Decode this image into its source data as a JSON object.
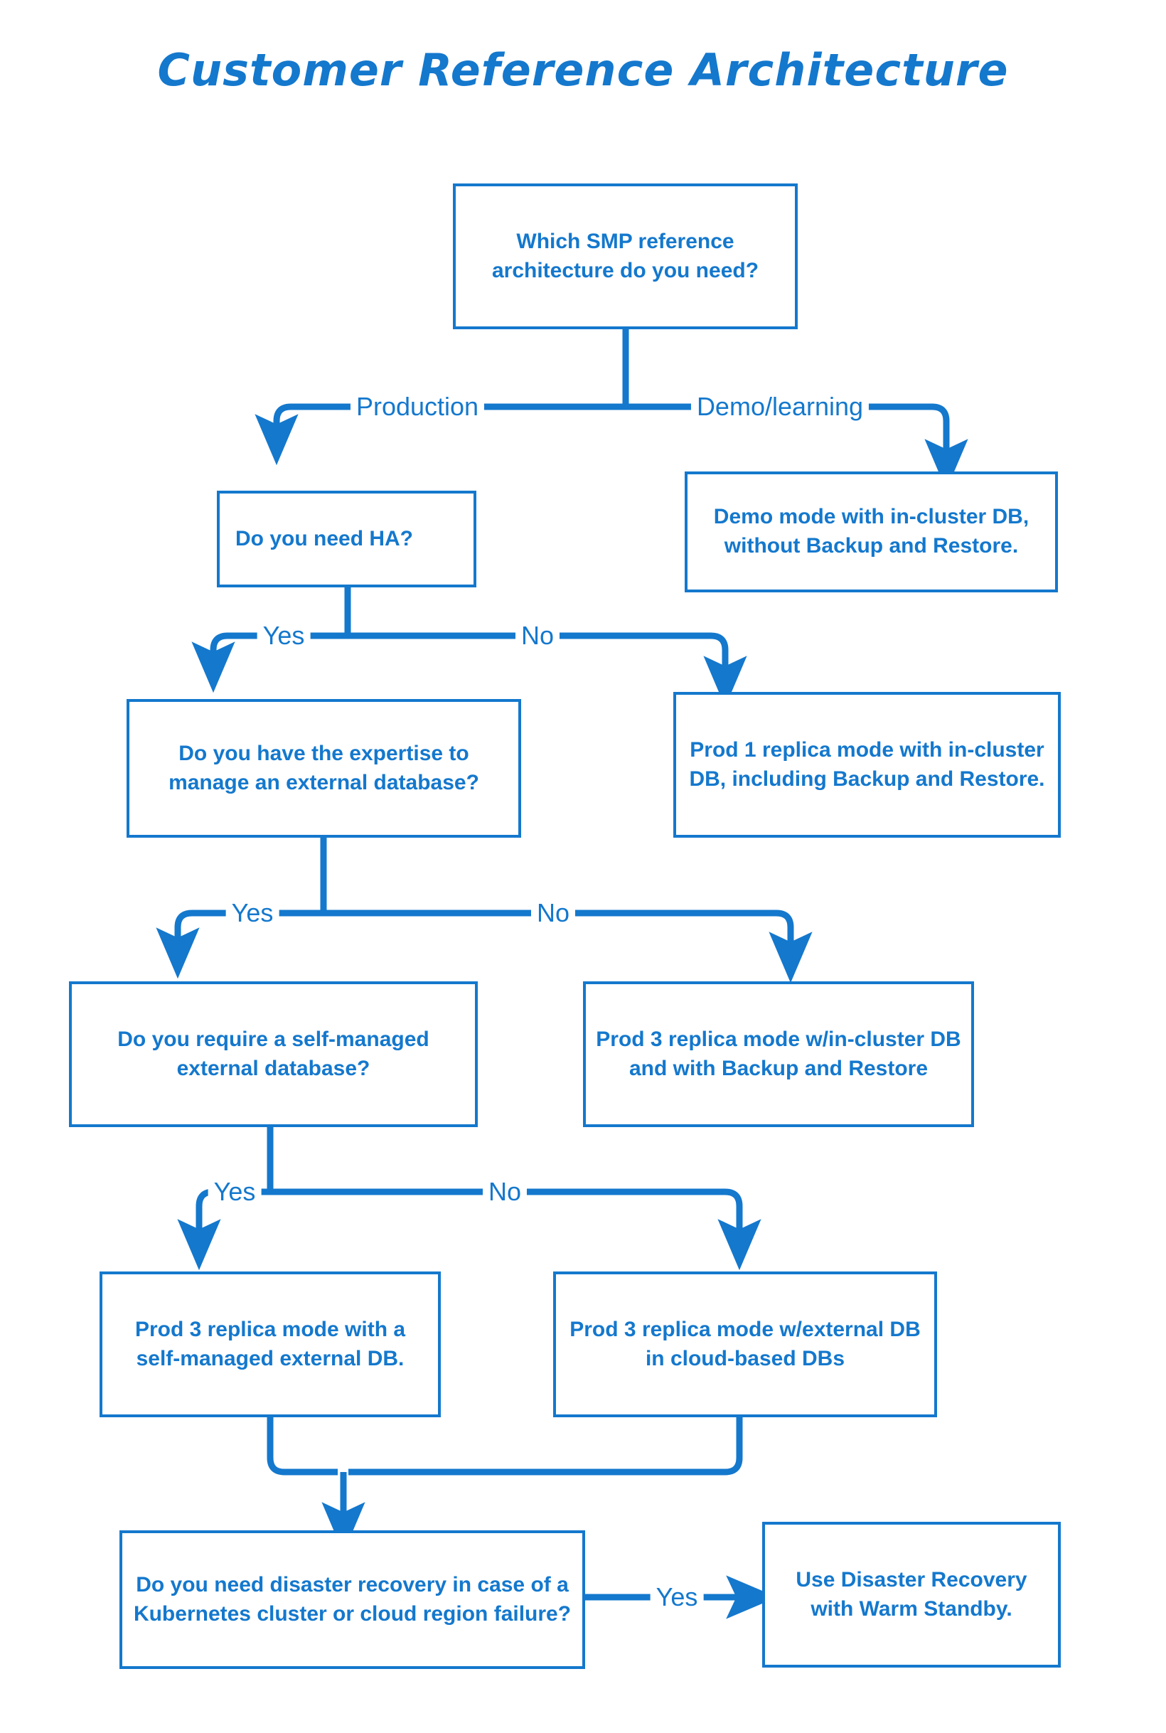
{
  "title": "Customer Reference Architecture",
  "colors": {
    "accent": "#1478cd",
    "background": "#ffffff"
  },
  "nodes": {
    "root": "Which SMP reference architecture do you need?",
    "demo_outcome": "Demo mode with in-cluster DB, without Backup and Restore.",
    "need_ha": "Do you need HA?",
    "prod1_outcome": "Prod 1 replica mode with in-cluster DB, including Backup and Restore.",
    "expertise": "Do you have the expertise to manage an external database?",
    "prod3_incluster_outcome": "Prod 3 replica mode w/in-cluster DB and with Backup and Restore",
    "self_managed_question": "Do you require a self-managed external database?",
    "prod3_selfmanaged_outcome": "Prod 3 replica mode with a self-managed external DB.",
    "prod3_cloud_outcome": "Prod 3 replica mode w/external DB in cloud-based DBs",
    "disaster_recovery_question": "Do you need disaster recovery in case of a Kubernetes cluster or cloud region failure?",
    "warm_standby_outcome": "Use Disaster Recovery with Warm Standby."
  },
  "edge_labels": {
    "production": "Production",
    "demo_learning": "Demo/learning",
    "ha_yes": "Yes",
    "ha_no": "No",
    "expertise_yes": "Yes",
    "expertise_no": "No",
    "self_managed_yes": "Yes",
    "self_managed_no": "No",
    "dr_yes": "Yes"
  }
}
